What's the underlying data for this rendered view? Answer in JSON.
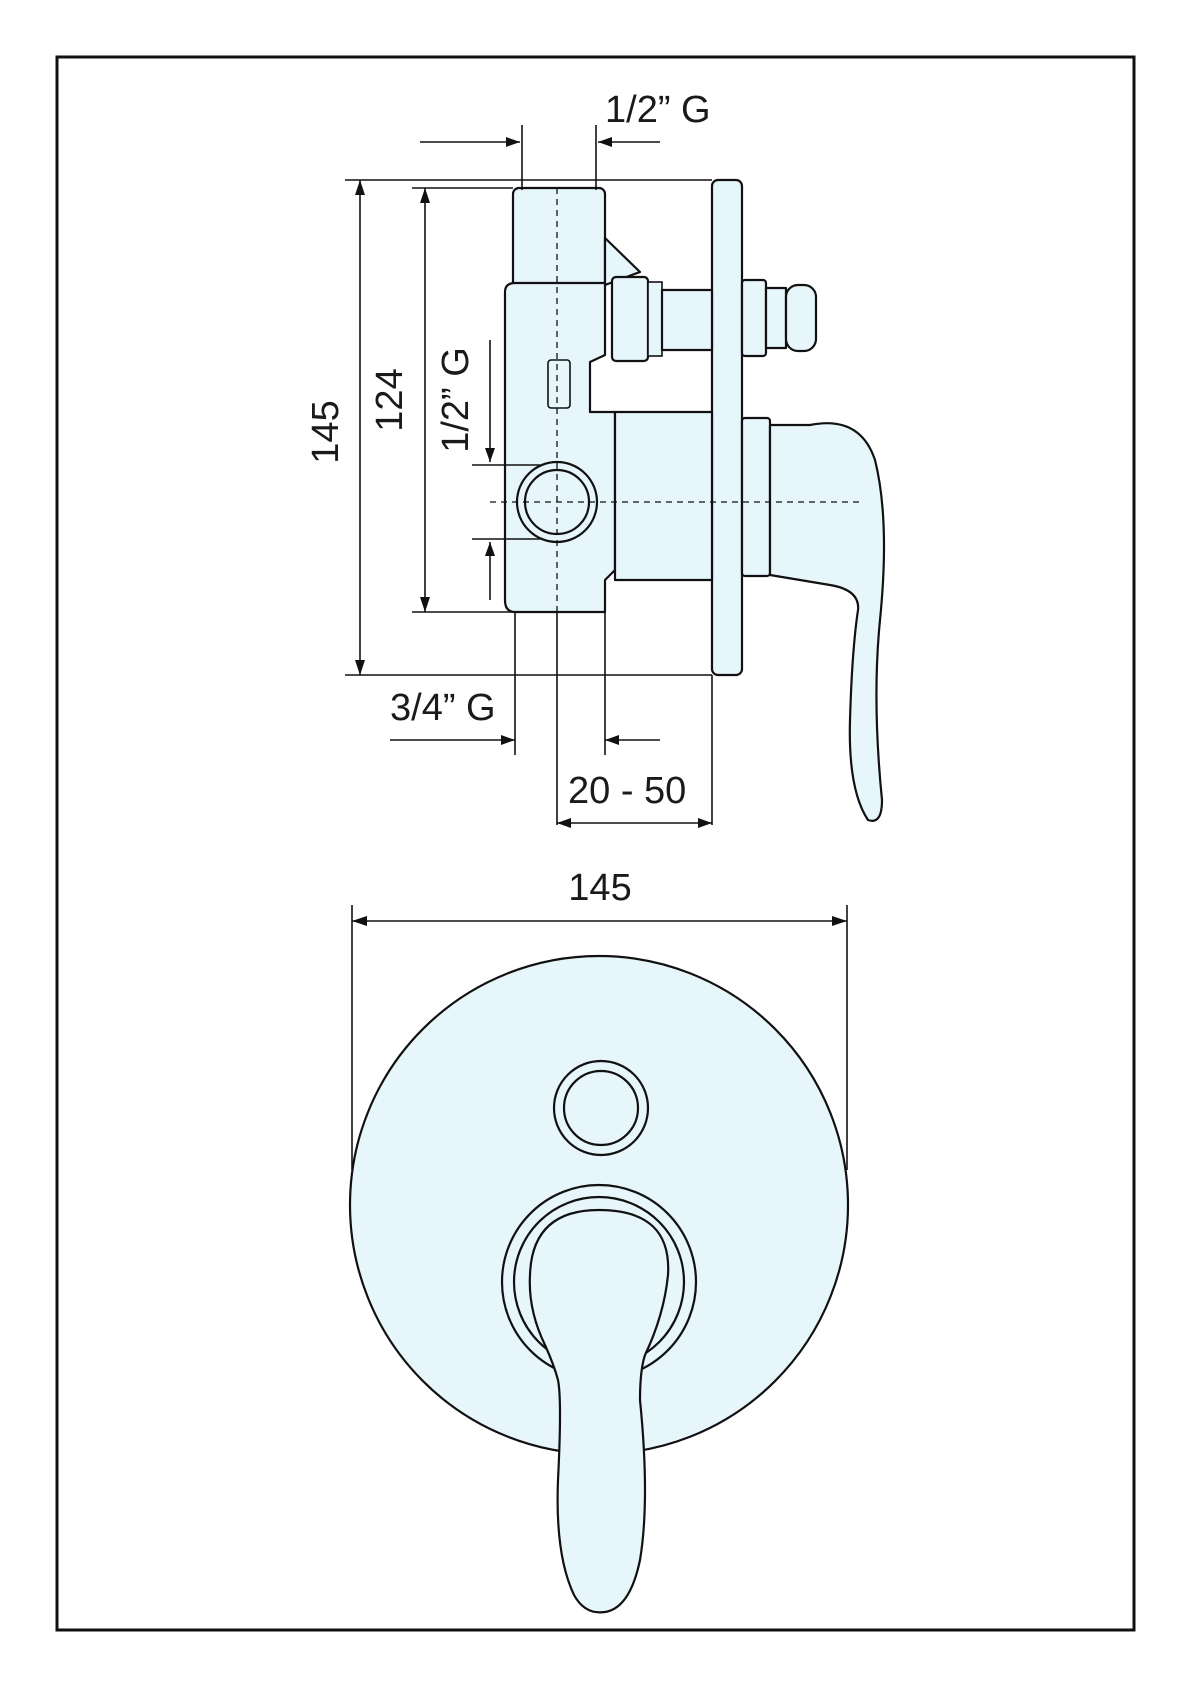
{
  "drawing": {
    "side_view": {
      "dim_top_inlet": "1/2” G",
      "dim_outlet_side": "1/2” G",
      "dim_overall_height": "145",
      "dim_body_height": "124",
      "dim_bottom_inlet": "3/4” G",
      "dim_wall_depth": "20 - 50"
    },
    "front_view": {
      "dim_plate_diameter": "145"
    }
  },
  "colors": {
    "part_fill": "#e6f6fb",
    "line": "#111111",
    "border": "#111111"
  }
}
